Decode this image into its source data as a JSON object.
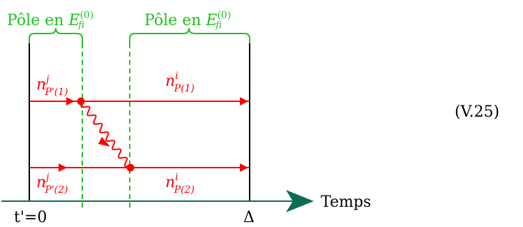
{
  "pole_left": {
    "prefix": "Pôle en ",
    "var": "E",
    "sub": "fi",
    "sup": "(0)"
  },
  "pole_right": {
    "prefix": "Pôle en ",
    "var": "E",
    "sub": "fi",
    "sup": "(0)"
  },
  "top_left": {
    "var": "n",
    "sup": "j",
    "sub": "P'(1)"
  },
  "top_right": {
    "var": "n",
    "sup": "i",
    "sub": "P(1)"
  },
  "bottom_left": {
    "var": "n",
    "sup": "j",
    "sub": "P'(2)"
  },
  "bottom_right": {
    "var": "n",
    "sup": "i",
    "sub": "P(2)"
  },
  "axis_label": "Temps",
  "t_start": "t'=0",
  "t_end": "Δ",
  "equation_number": "(V.25)",
  "colors": {
    "green": "#1fc21f",
    "red": "#ff0000",
    "teal": "#0c6b57",
    "black": "#000000"
  }
}
